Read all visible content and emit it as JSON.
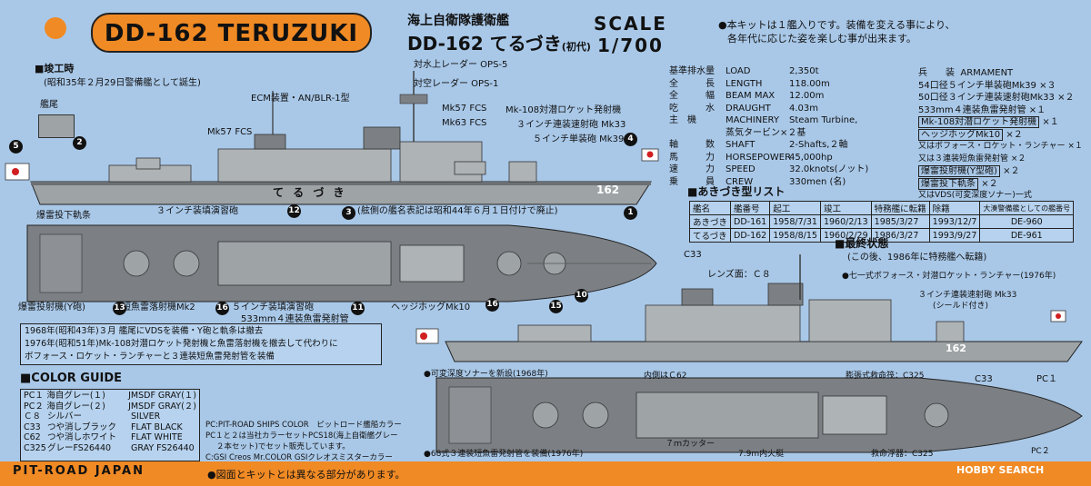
{
  "header": {
    "title": "DD-162 TERUZUKI",
    "jp_line1": "海上自衛隊護衛艦",
    "jp_line2": "DD-162 てるづき",
    "jp_line2_suffix": "(初代)",
    "scale_label": "SCALE",
    "scale_value": "1/700",
    "note_line1": "●本キットは１艦入りです。装備を変える事により、",
    "note_line2": "各年代に応じた姿を楽しむ事が出来ます。"
  },
  "commission": {
    "heading": "■竣工時",
    "sub": "(昭和35年２月29日警備艦として誕生)",
    "stern_label": "艦尾",
    "hull_name": "て る づ き",
    "hull_number": "162",
    "footnote": "(舷側の艦名表記は昭和44年６月１日付けで廃止)"
  },
  "labels_top": {
    "ops5": "対水上レーダー OPS-5",
    "ops1": "対空レーダー OPS-1",
    "ecm": "ECM装置・AN/BLR-1型",
    "mk57": "Mk57 FCS",
    "mk57b": "Mk57 FCS",
    "mk63": "Mk63 FCS",
    "mk108": "Mk-108対潜ロケット発射機",
    "mk33": "３インチ連装速射砲 Mk33",
    "mk39": "５インチ単装砲 Mk39"
  },
  "labels_plan": {
    "depth_rail": "爆雷投下軌条",
    "gun_3in": "３インチ装填演習砲",
    "depth_launcher": "爆雷投射機(Y砲)",
    "torpedo_mk2": "短魚雷落射機Mk2",
    "gun_5in": "５インチ装填演習砲",
    "tube_533": "533mm４連装魚雷発射管",
    "hedgehog": "ヘッジホッグMk10"
  },
  "callouts": [
    "1",
    "2",
    "3",
    "4",
    "5",
    "10",
    "11",
    "12",
    "13",
    "15",
    "16"
  ],
  "mid_note": {
    "line1": "1968年(昭和43年)３月 艦尾にVDSを装備・Y砲と軌条は撤去",
    "line2": "1976年(昭和51年)Mk-108対潜ロケット発射機と魚雷落射機を撤去して代わりに",
    "line3": "ボフォース・ロケット・ランチャーと３連装短魚雷発射管を装備"
  },
  "specs": [
    {
      "jp": "基準排水量",
      "en": "LOAD",
      "val": "2,350t"
    },
    {
      "jp": "全　　　長",
      "en": "LENGTH",
      "val": "118.00m"
    },
    {
      "jp": "全　　　幅",
      "en": "BEAM MAX",
      "val": "12.00m"
    },
    {
      "jp": "吃　　　水",
      "en": "DRAUGHT",
      "val": "4.03m"
    },
    {
      "jp": "主　機",
      "en": "MACHINERY",
      "val": "Steam Turbine,"
    },
    {
      "jp": "",
      "en": "蒸気タービン×２基",
      "val": ""
    },
    {
      "jp": "軸　　　数",
      "en": "SHAFT",
      "val": "2-Shafts,２軸"
    },
    {
      "jp": "馬　　　力",
      "en": "HORSEPOWER",
      "val": "45,000hp"
    },
    {
      "jp": "速　　　力",
      "en": "SPEED",
      "val": "32.0knots(ノット)"
    },
    {
      "jp": "乗　　　員",
      "en": "CREW",
      "val": "330men (名)"
    }
  ],
  "armament": {
    "heading_jp": "兵　　装",
    "heading_en": "ARMAMENT",
    "items": [
      {
        "text": "54口径５インチ単装砲Mk39",
        "qty": "×３",
        "boxed": false
      },
      {
        "text": "50口径３インチ連装速射砲Mk33",
        "qty": "×２",
        "boxed": false
      },
      {
        "text": "533mm４連装魚雷発射管",
        "qty": "×１",
        "boxed": false
      },
      {
        "text": "Mk-108対潜ロケット発射機",
        "qty": "×１",
        "boxed": true
      },
      {
        "text": "ヘッジホッグMk10",
        "qty": "×２",
        "boxed": true
      },
      {
        "text": "又はボフォース・ロケット・ランチャー",
        "qty": "×１",
        "boxed": false
      },
      {
        "text": "又は３連装短魚雷発射管",
        "qty": "×２",
        "boxed": false
      },
      {
        "text": "爆雷投射機(Y型砲)",
        "qty": "×２",
        "boxed": true
      },
      {
        "text": "爆雷投下軌条",
        "qty": "×２",
        "boxed": true
      },
      {
        "text": "又はVDS(可変深度ソナー)一式",
        "qty": "",
        "boxed": false
      }
    ]
  },
  "list": {
    "heading": "■あきづき型リスト",
    "headers": [
      "艦名",
      "艦番号",
      "起工",
      "竣工",
      "特務艦に転籍",
      "除籍",
      "大湊警備艦としての艦番号"
    ],
    "rows": [
      [
        "あきづき",
        "DD-161",
        "1958/7/31",
        "1960/2/13",
        "1985/3/27",
        "1993/12/7",
        "DE-960"
      ],
      [
        "てるづき",
        "DD-162",
        "1958/8/15",
        "1960/2/29",
        "1986/3/27",
        "1993/9/27",
        "DE-961"
      ]
    ]
  },
  "final": {
    "heading": "■最終状態",
    "sub": "(この後、1986年に特務艦へ転籍)",
    "c33": "C33",
    "lens": "レンズ面：Ｃ８",
    "bofors": "●七一式ボフォース・対潜ロケット・ランチャー(1976年)",
    "mk33_shield_1": "３インチ連装速射砲 Mk33",
    "mk33_shield_2": "(シールド付き)",
    "hull_number": "162",
    "c33b": "C33",
    "pc1": "PC１",
    "vds": "●可変深度ソナーを新設(1968年)",
    "c62": "内側はＣ62",
    "raft": "膨張式救命筏：C325",
    "tube68": "●68式３連装短魚雷発射管を装備(1976年)",
    "cutter": "７ｍカッター",
    "boat": "7.9m内火艇",
    "buoy": "救命浮器：C325",
    "pc2": "PC２"
  },
  "color_guide": {
    "heading": "■COLOR GUIDE",
    "rows": [
      [
        "PC１",
        "海自グレー(１)",
        "JMSDF GRAY(１)"
      ],
      [
        "PC２",
        "海自グレー(２)",
        "JMSDF GRAY(２)"
      ],
      [
        "Ｃ８",
        "シルバー",
        "SILVER"
      ],
      [
        "C33",
        "つや消しブラック",
        "FLAT BLACK"
      ],
      [
        "C62",
        "つや消しホワイト",
        "FLAT WHITE"
      ],
      [
        "C325",
        "グレーFS26440",
        "GRAY FS26440"
      ]
    ],
    "pc_note1": "PC:PIT-ROAD SHIPS COLOR　ピットロード艦船カラー",
    "pc_note2": "PC１と２は当社カラーセットPCS18(海上自衛艦グレー",
    "pc_note3": "２本セット)でセット販売しています。",
    "pc_note4": "C:GSI Creos Mr.COLOR GSIクレオスミスターカラー"
  },
  "footer": {
    "brand": "PIT-ROAD JAPAN",
    "note": "●図面とキットとは異なる部分があります。",
    "watermark": "HOBBY SEARCH"
  },
  "colors": {
    "background": "#a9c8e8",
    "accent_orange": "#f08a24",
    "hull_gray": "#9ea3a6",
    "deck_gray": "#7c8084"
  }
}
